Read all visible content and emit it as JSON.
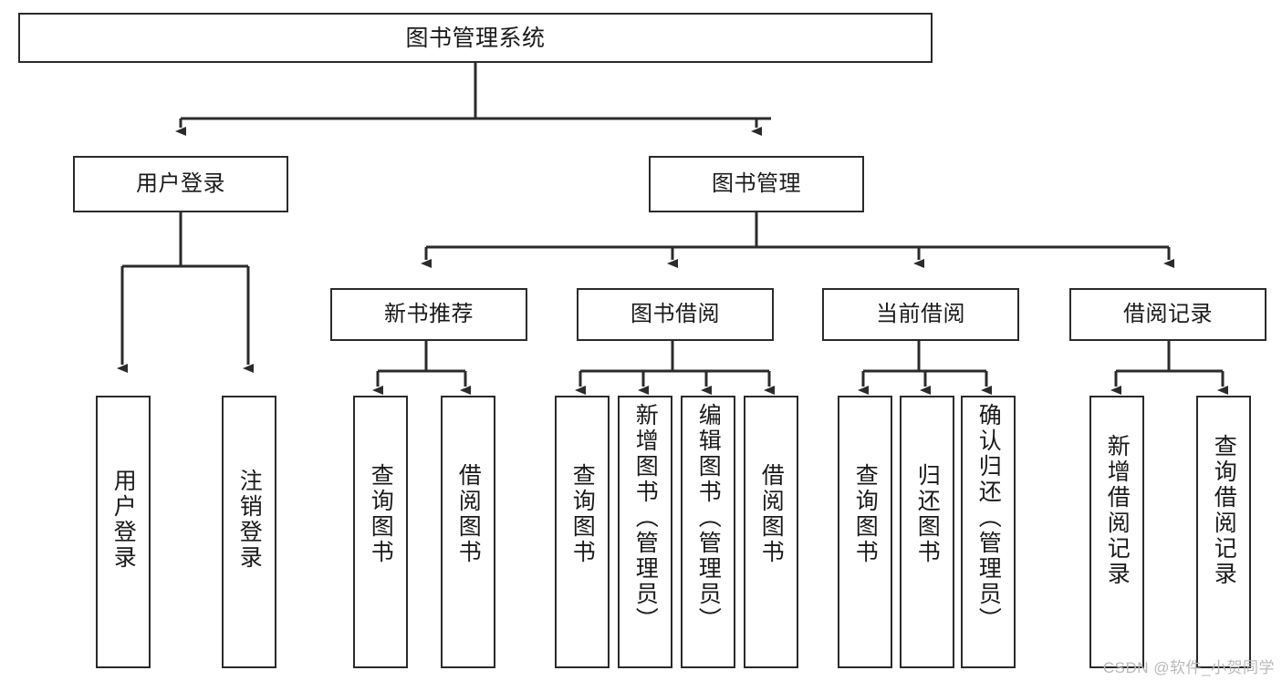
{
  "diagram": {
    "title": "图书管理系统",
    "type": "tree-hierarchy",
    "watermark": "CSDN @软件_小贺同学",
    "colors": {
      "background": "#ffffff",
      "node_border": "#2b2b2b",
      "node_fill": "#ffffff",
      "edge": "#2b2b2b",
      "text": "#1a1a1a",
      "watermark": "#b9b9b9"
    },
    "levels": {
      "root": {
        "label": "图书管理系统"
      },
      "level1": [
        {
          "label": "用户登录"
        },
        {
          "label": "图书管理"
        }
      ],
      "level2": [
        {
          "label": "新书推荐"
        },
        {
          "label": "图书借阅"
        },
        {
          "label": "当前借阅"
        },
        {
          "label": "借阅记录"
        }
      ],
      "leaves": {
        "user_login": [
          {
            "label": "用户登录"
          },
          {
            "label": "注销登录"
          }
        ],
        "new_book_recommend": [
          {
            "label": "查询图书"
          },
          {
            "label": "借阅图书"
          }
        ],
        "book_borrow": [
          {
            "label": "查询图书"
          },
          {
            "label": "新增图书（管理员）"
          },
          {
            "label": "编辑图书（管理员）"
          },
          {
            "label": "借阅图书"
          }
        ],
        "current_borrow": [
          {
            "label": "查询图书"
          },
          {
            "label": "归还图书"
          },
          {
            "label": "确认归还（管理员）"
          }
        ],
        "borrow_record": [
          {
            "label": "新增借阅记录"
          },
          {
            "label": "查询借阅记录"
          }
        ]
      }
    }
  }
}
